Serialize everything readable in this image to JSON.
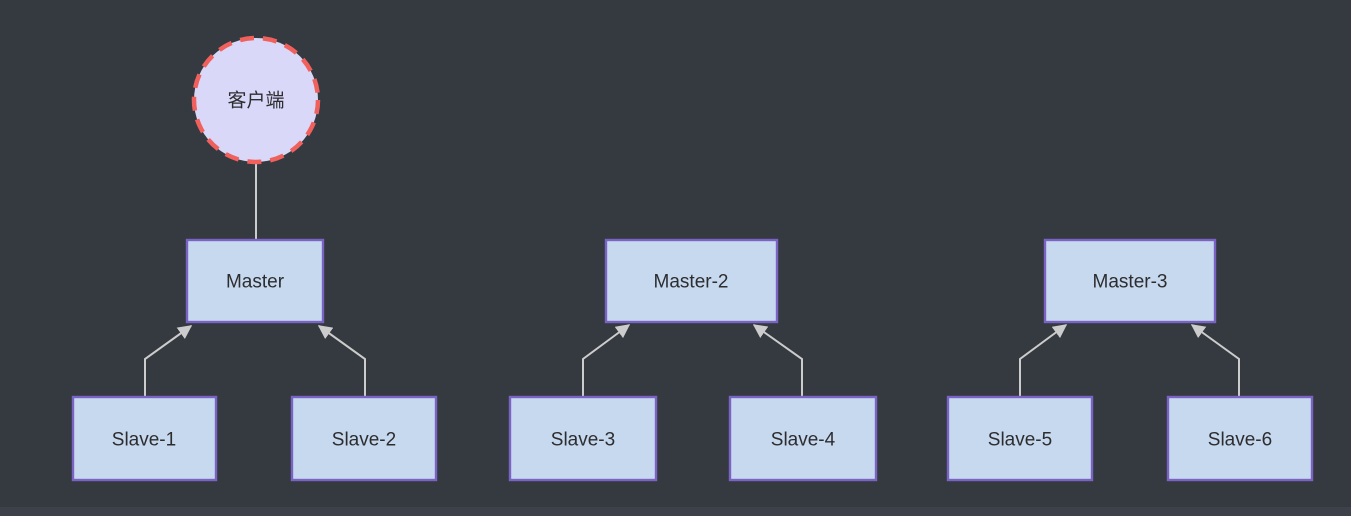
{
  "colors": {
    "background": "#343a3f",
    "bottom_bar": "#3d424a",
    "client_fill": "#d9d8f8",
    "client_border": "#f0605c",
    "node_fill": "#c7d9ee",
    "node_border": "#7a63c5",
    "connector": "#cccccc",
    "label_text": "#2d2d30"
  },
  "nodes": {
    "client": {
      "label": "客户端"
    },
    "masters": [
      {
        "label": "Master"
      },
      {
        "label": "Master-2"
      },
      {
        "label": "Master-3"
      }
    ],
    "slaves": [
      {
        "label": "Slave-1"
      },
      {
        "label": "Slave-2"
      },
      {
        "label": "Slave-3"
      },
      {
        "label": "Slave-4"
      },
      {
        "label": "Slave-5"
      },
      {
        "label": "Slave-6"
      }
    ]
  },
  "edges": [
    {
      "from": "客户端",
      "to": "Master",
      "style": "line"
    },
    {
      "from": "Slave-1",
      "to": "Master",
      "style": "arrow"
    },
    {
      "from": "Slave-2",
      "to": "Master",
      "style": "arrow"
    },
    {
      "from": "Slave-3",
      "to": "Master-2",
      "style": "arrow"
    },
    {
      "from": "Slave-4",
      "to": "Master-2",
      "style": "arrow"
    },
    {
      "from": "Slave-5",
      "to": "Master-3",
      "style": "arrow"
    },
    {
      "from": "Slave-6",
      "to": "Master-3",
      "style": "arrow"
    }
  ]
}
